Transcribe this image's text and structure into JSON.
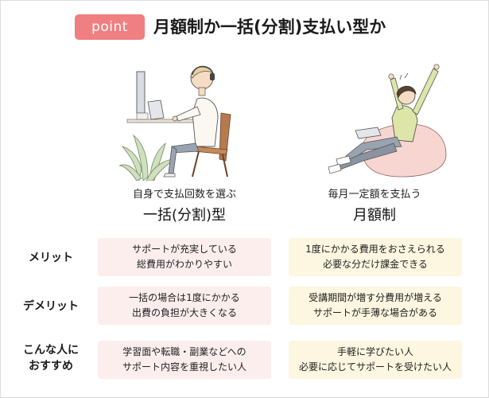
{
  "header": {
    "badge": "point",
    "title": "月額制か一括(分割)支払い型か"
  },
  "columns": [
    {
      "sub": "自身で支払回数を選ぶ",
      "main": "一括(分割)型"
    },
    {
      "sub": "毎月一定額を支払う",
      "main": "月額制"
    }
  ],
  "rows": [
    {
      "label": [
        "メリット"
      ],
      "left": [
        "サポートが充実している",
        "総費用がわかりやすい"
      ],
      "right": [
        "1度にかかる費用をおさえられる",
        "必要な分だけ課金できる"
      ]
    },
    {
      "label": [
        "デメリット"
      ],
      "left": [
        "一括の場合は1度にかかる",
        "出費の負担が大きくなる"
      ],
      "right": [
        "受講期間が増す分費用が増える",
        "サポートが手薄な場合がある"
      ]
    },
    {
      "label": [
        "こんな人に",
        "おすすめ"
      ],
      "left": [
        "学習面や転職・副業などへの",
        "サポート内容を重視したい人"
      ],
      "right": [
        "手軽に学びたい人",
        "必要に応じてサポートを受けたい人"
      ]
    }
  ],
  "colors": {
    "badge": "#ef7f80",
    "left_cell": "#fdeeee",
    "right_cell": "#fdf6e0"
  }
}
